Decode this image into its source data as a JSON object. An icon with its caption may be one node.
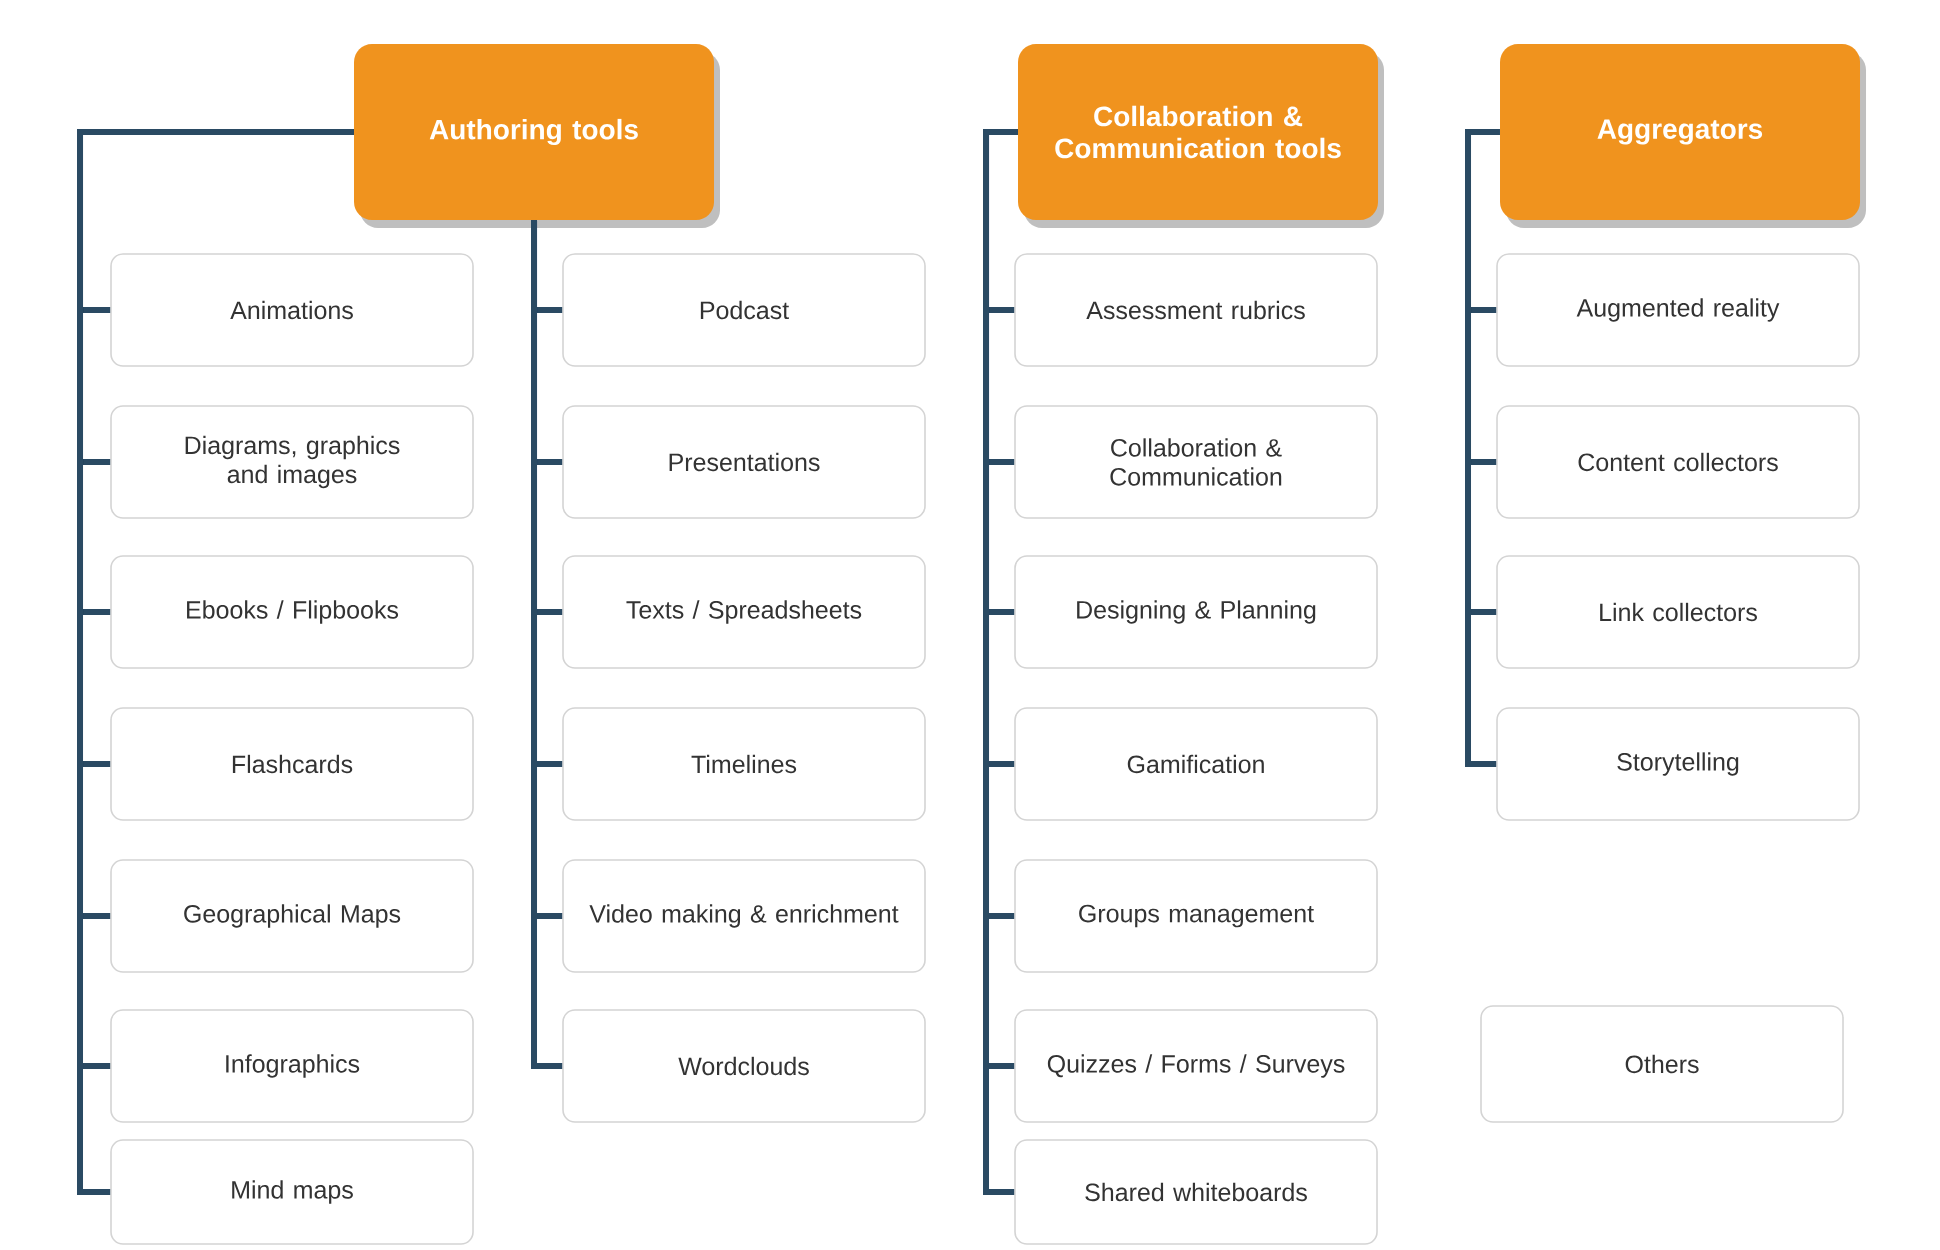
{
  "diagram": {
    "nodes": [
      {
        "text": [
          "Authoring tools"
        ]
      },
      {
        "text": [
          "Animations"
        ]
      },
      {
        "text": [
          "Diagrams, graphics and images"
        ]
      },
      {
        "text": [
          "Ebooks / Flipbooks"
        ]
      },
      {
        "text": [
          "Flashcards"
        ]
      },
      {
        "text": [
          "Geographical Maps"
        ]
      },
      {
        "text": [
          "Infographics"
        ]
      },
      {
        "text": [
          "Mind maps"
        ]
      },
      {
        "text": [
          "Podcast"
        ]
      },
      {
        "text": [
          "Presentations"
        ]
      },
      {
        "text": [
          "Texts / Spreadsheets"
        ]
      },
      {
        "text": [
          "Timelines"
        ]
      },
      {
        "text": [
          "Video making & enrichment"
        ]
      },
      {
        "text": [
          "Wordclouds"
        ]
      },
      {
        "text": [
          "Collaboration & Communication tools"
        ]
      },
      {
        "text": [
          "Assessment rubrics"
        ]
      },
      {
        "text": [
          "Collaboration & Communication"
        ]
      },
      {
        "text": [
          "Designing & Planning"
        ]
      },
      {
        "text": [
          "Gamification"
        ]
      },
      {
        "text": [
          "Groups management"
        ]
      },
      {
        "text": [
          "Quizzes / Forms / Surveys"
        ]
      },
      {
        "text": [
          "Shared whiteboards"
        ]
      },
      {
        "text": [
          "Aggregators"
        ]
      },
      {
        "text": [
          "Augmented reality"
        ]
      },
      {
        "text": [
          "Content collectors"
        ]
      },
      {
        "text": [
          "Link collectors"
        ]
      },
      {
        "text": [
          "Storytelling"
        ]
      },
      {
        "text": [
          "Others"
        ]
      }
    ],
    "edges": [
      {
        "from": 0,
        "to": 1,
        "arrow": "none"
      },
      {
        "from": 0,
        "to": 2,
        "arrow": "none"
      },
      {
        "from": 0,
        "to": 3,
        "arrow": "none"
      },
      {
        "from": 0,
        "to": 4,
        "arrow": "none"
      },
      {
        "from": 0,
        "to": 5,
        "arrow": "none"
      },
      {
        "from": 0,
        "to": 6,
        "arrow": "none"
      },
      {
        "from": 0,
        "to": 7,
        "arrow": "none"
      },
      {
        "from": 0,
        "to": 8,
        "arrow": "none"
      },
      {
        "from": 0,
        "to": 9,
        "arrow": "none"
      },
      {
        "from": 0,
        "to": 10,
        "arrow": "none"
      },
      {
        "from": 0,
        "to": 11,
        "arrow": "none"
      },
      {
        "from": 0,
        "to": 12,
        "arrow": "none"
      },
      {
        "from": 0,
        "to": 13,
        "arrow": "none"
      },
      {
        "from": 14,
        "to": 15,
        "arrow": "none"
      },
      {
        "from": 14,
        "to": 16,
        "arrow": "none"
      },
      {
        "from": 14,
        "to": 17,
        "arrow": "none"
      },
      {
        "from": 14,
        "to": 18,
        "arrow": "none"
      },
      {
        "from": 14,
        "to": 19,
        "arrow": "none"
      },
      {
        "from": 14,
        "to": 20,
        "arrow": "none"
      },
      {
        "from": 14,
        "to": 21,
        "arrow": "none"
      },
      {
        "from": 22,
        "to": 23,
        "arrow": "none"
      },
      {
        "from": 22,
        "to": 24,
        "arrow": "none"
      },
      {
        "from": 22,
        "to": 25,
        "arrow": "none"
      },
      {
        "from": 22,
        "to": 26,
        "arrow": "none"
      }
    ]
  }
}
